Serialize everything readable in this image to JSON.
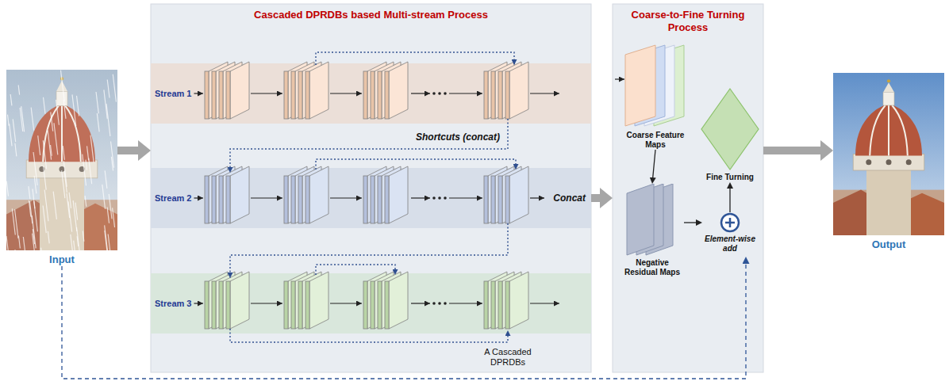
{
  "diagram": {
    "nodes": [
      {
        "text": [
          "Input"
        ]
      },
      {
        "text": [
          "Cascaded DPRDBs based Multi-stream Process"
        ]
      },
      {
        "text": [
          "Stream 1"
        ],
        "in": 1
      },
      {
        "text": [
          "Stream 2"
        ],
        "in": 1
      },
      {
        "text": [
          "Stream 3"
        ],
        "in": 1
      },
      {
        "text": [
          "Coarse-to-Fine Turning Process"
        ]
      },
      {
        "text": [
          "Coarse Feature Maps"
        ],
        "in": 5
      },
      {
        "text": [
          "Negative Residual Maps"
        ],
        "in": 5
      },
      {
        "text": [
          "Element-wise add"
        ],
        "in": 5
      },
      {
        "text": [
          "Fine Turning"
        ],
        "in": 5
      },
      {
        "text": [
          "Output"
        ]
      }
    ],
    "edges": [
      {
        "from": 0,
        "to": 1,
        "arrow": "to"
      },
      {
        "from": 1,
        "to": 5,
        "label": "Concat",
        "arrow": "to"
      },
      {
        "from": 6,
        "to": 7,
        "arrow": "to"
      },
      {
        "from": 7,
        "to": 8,
        "arrow": "to"
      },
      {
        "from": 8,
        "to": 9,
        "arrow": "to"
      },
      {
        "from": 5,
        "to": 10,
        "arrow": "to"
      },
      {
        "from": 0,
        "to": 8,
        "arrow": "to"
      }
    ],
    "labels": [
      "Shortcuts (concat)",
      "A Cascaded DPRDBs"
    ]
  }
}
